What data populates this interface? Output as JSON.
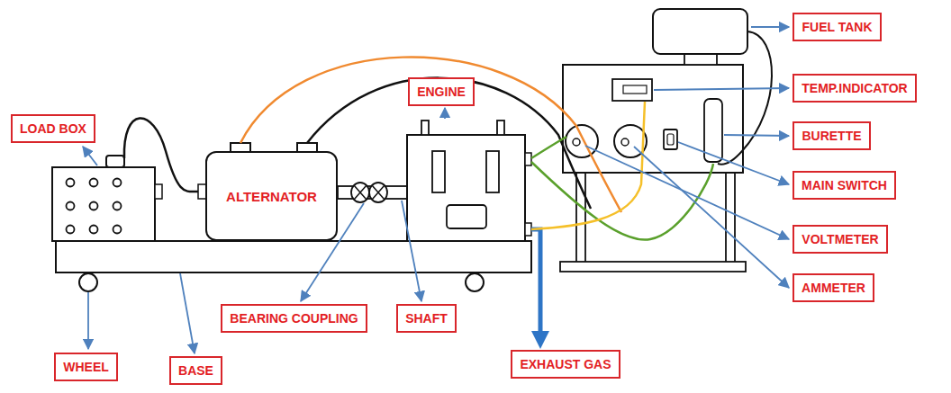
{
  "diagram": {
    "nodes": [
      {
        "text": [
          "FUEL TANK"
        ]
      },
      {
        "text": [
          "ENGINE"
        ]
      },
      {
        "text": [
          "TEMP.INDICATOR"
        ]
      },
      {
        "text": [
          "LOAD BOX"
        ]
      },
      {
        "text": [
          "BURETTE"
        ]
      },
      {
        "text": [
          "ALTERNATOR"
        ]
      },
      {
        "text": [
          "MAIN SWITCH"
        ]
      },
      {
        "text": [
          "VOLTMETER"
        ]
      },
      {
        "text": [
          "AMMETER"
        ]
      },
      {
        "text": [
          "BEARING COUPLING"
        ]
      },
      {
        "text": [
          "SHAFT"
        ]
      },
      {
        "text": [
          "EXHAUST GAS"
        ]
      },
      {
        "text": [
          "WHEEL"
        ]
      },
      {
        "text": [
          "BASE"
        ]
      }
    ]
  }
}
